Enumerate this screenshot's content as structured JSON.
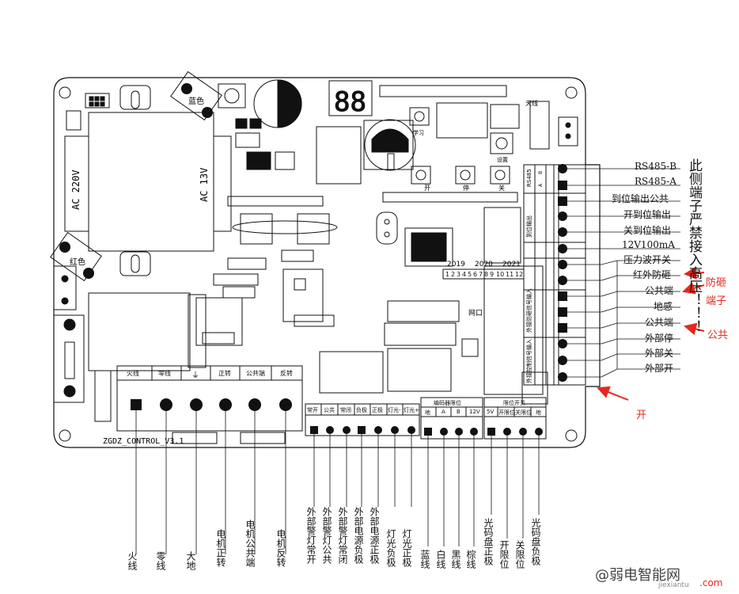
{
  "board": {
    "model": "ZGDZ_CONTROL_V3.1",
    "transformer": {
      "primary": "AC 220V",
      "secondary": "AC 13V"
    },
    "wire_colors": {
      "blue": "蓝色",
      "red": "红色"
    },
    "buttons": {
      "study": "学习",
      "setting": "设置",
      "open": "开",
      "stop": "停",
      "close": "关"
    },
    "antenna": "天线",
    "network_port": "网口",
    "years": [
      "2019",
      "2020",
      "2021"
    ],
    "jumper_numbers": [
      "1",
      "2",
      "3",
      "4",
      "5",
      "6",
      "7",
      "8",
      "9",
      "10",
      "11",
      "12"
    ],
    "rs485_header": "RS485",
    "rs485_pins": [
      "B",
      "A"
    ]
  },
  "power_terminal": {
    "headers": [
      "火线",
      "零线",
      "⏚",
      "正转",
      "公共端",
      "反转"
    ]
  },
  "io_terminal": {
    "headers": [
      "常开",
      "公共",
      "常闭",
      "负极",
      "正极",
      "灯光-",
      "灯光+"
    ]
  },
  "encoder_terminal": {
    "title": "编码器限位",
    "headers": [
      "地",
      "A",
      "B",
      "12V"
    ]
  },
  "limit_terminal": {
    "title": "限位开关",
    "headers": [
      "5V",
      "开限位",
      "关限位",
      "地"
    ]
  },
  "right_headers": [
    "到位输出",
    "外接防砸信号输入",
    "外接控制信号输入"
  ],
  "right_labels": [
    "RS485-B",
    "RS485-A",
    "到位输出公共",
    "开到位输出",
    "关到位输出",
    "12V100mA",
    "压力波开关",
    "红外防砸",
    "公共端",
    "地感",
    "公共端",
    "外部停",
    "外部关",
    "外部开"
  ],
  "warning": "此侧端子严禁接入高压！！！",
  "annotations": {
    "anti_smash": "防砸",
    "terminal": "端子",
    "common": "公共",
    "open": "开"
  },
  "bottom_labels": [
    "火线",
    "零线",
    "大地",
    "电机正转",
    "电机公共端",
    "电机反转",
    "外部警灯常开",
    "外部警灯公共",
    "外部警灯常闭",
    "外部电源负极",
    "外部电源正极",
    "灯光负极",
    "灯光正极",
    "蓝线",
    "白线",
    "黑线",
    "棕线",
    "光码盘正极",
    "开限位",
    "关限位",
    "光码盘负极"
  ],
  "watermark": {
    "main": "@弱电智能网",
    "sub": "jiexiantu",
    "site": ".com"
  }
}
